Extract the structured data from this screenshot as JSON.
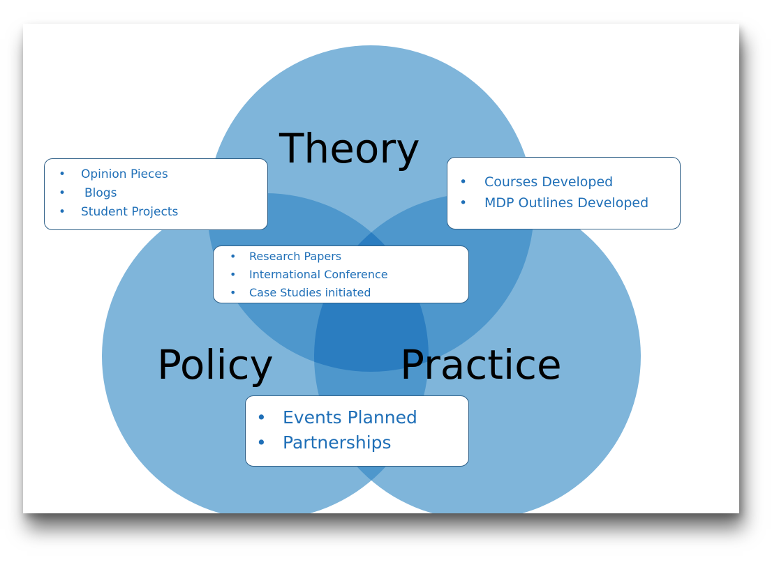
{
  "diagram": {
    "circles": [
      {
        "label": "Theory",
        "color": "#7fb5da"
      },
      {
        "label": "Policy",
        "color": "#7fb5da"
      },
      {
        "label": "Practice",
        "color": "#7fb5da"
      }
    ],
    "overlap_color": "#4e97cc",
    "center_color": "#2b7dc0",
    "text_color": "#1f6fb7",
    "boxes": {
      "theory_policy": {
        "items": [
          "Opinion Pieces",
          "Blogs",
          "Student Projects"
        ]
      },
      "theory_practice": {
        "items": [
          "Courses Developed",
          "MDP Outlines Developed"
        ]
      },
      "center": {
        "items": [
          "Research Papers",
          "International Conference",
          "Case Studies initiated"
        ]
      },
      "policy_practice": {
        "items": [
          "Events Planned",
          "Partnerships"
        ]
      }
    },
    "bullet_glyph": "•"
  }
}
